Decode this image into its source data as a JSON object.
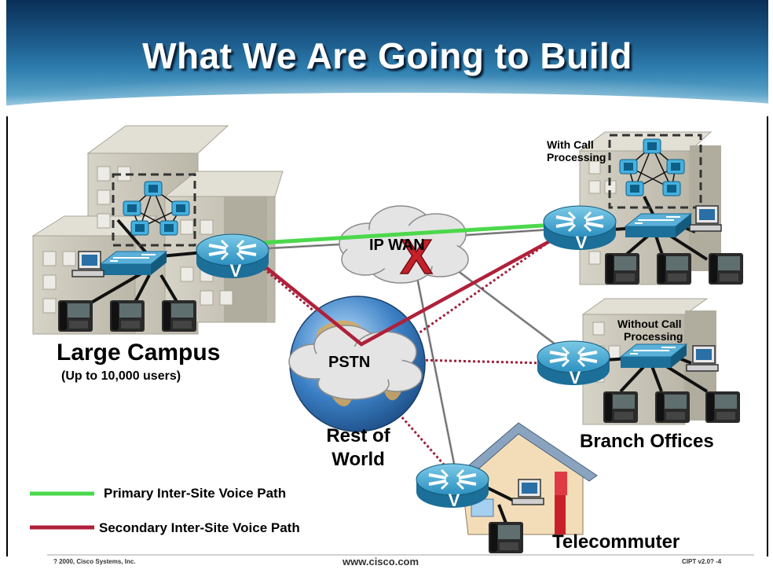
{
  "title": "What We Are Going to Build",
  "sites": {
    "campus_name": "Large Campus",
    "campus_sub": "(Up to 10,000 users)",
    "branch_name": "Branch Offices",
    "with_call": "With Call Processing",
    "with_call_line1": "With Call",
    "with_call_line2": "Processing",
    "without_call_line1": "Without Call",
    "without_call_line2": "Processing",
    "telecommuter": "Telecommuter",
    "rest_line1": "Rest of",
    "rest_line2": "World"
  },
  "clouds": {
    "ipwan": "IP WAN",
    "pstn": "PSTN"
  },
  "legend": {
    "primary": "Primary Inter-Site Voice Path",
    "secondary": "Secondary Inter-Site Voice Path"
  },
  "footer": {
    "copyright": "? 2000, Cisco Systems, Inc.",
    "url": "www.cisco.com",
    "code": "CIPT v2.0? -4"
  },
  "icons": {
    "router": "V",
    "failure_mark": "X"
  },
  "colors": {
    "primary_path": "#4bd84b",
    "secondary_path": "#b0203a"
  }
}
